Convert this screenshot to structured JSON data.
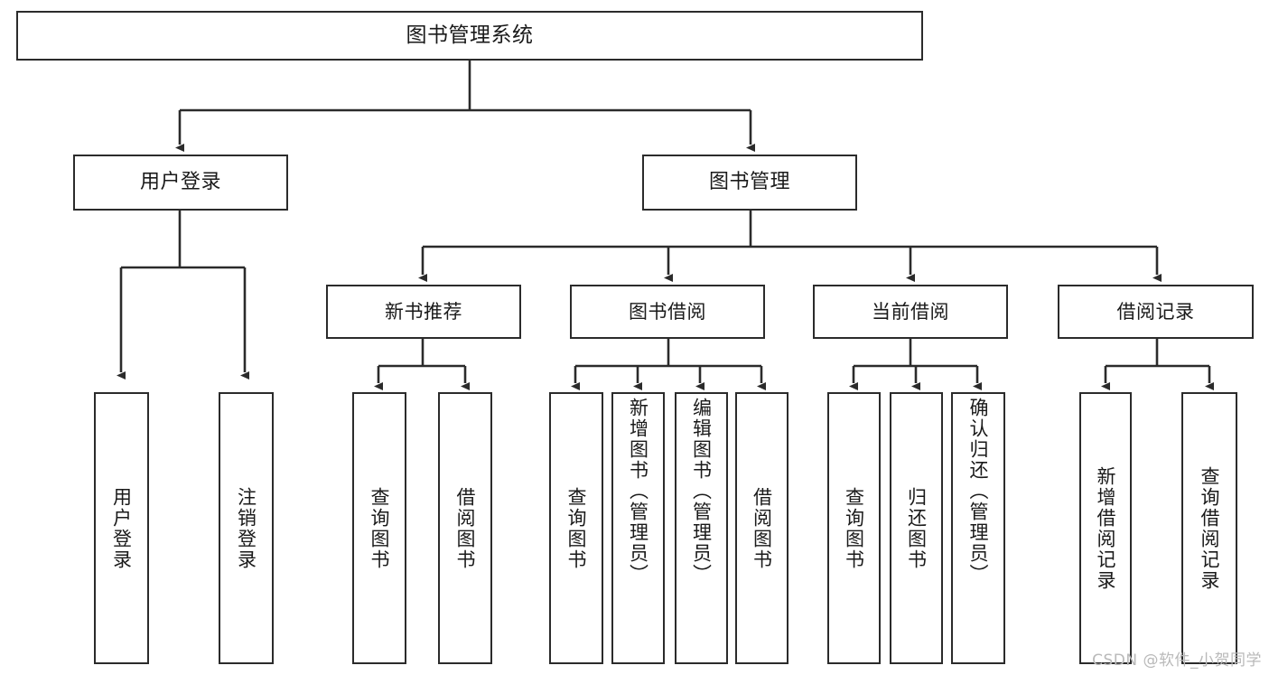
{
  "diagram": {
    "title": "图书管理系统",
    "type": "tree-hierarchy-diagram",
    "watermark": "CSDN @软件_小贺同学",
    "colors": {
      "background": "#ffffff",
      "box_border": "#2b2b2b",
      "box_fill": "#ffffff",
      "connector": "#2b2b2b",
      "text": "#1a1a1a",
      "watermark": "#b9b9b9"
    },
    "root": {
      "label": "图书管理系统"
    },
    "level1": [
      {
        "label": "用户登录"
      },
      {
        "label": "图书管理"
      }
    ],
    "level2": [
      {
        "label": "新书推荐"
      },
      {
        "label": "图书借阅"
      },
      {
        "label": "当前借阅"
      },
      {
        "label": "借阅记录"
      }
    ],
    "leaves": {
      "user_login": [
        {
          "label": "用户登录"
        },
        {
          "label": "注销登录"
        }
      ],
      "new_book_recommend": [
        {
          "label": "查询图书"
        },
        {
          "label": "借阅图书"
        }
      ],
      "book_borrow": [
        {
          "label": "查询图书"
        },
        {
          "label": "新增图书（管理员）"
        },
        {
          "label": "编辑图书（管理员）"
        },
        {
          "label": "借阅图书"
        }
      ],
      "current_borrow": [
        {
          "label": "查询图书"
        },
        {
          "label": "归还图书"
        },
        {
          "label": "确认归还（管理员）"
        }
      ],
      "borrow_record": [
        {
          "label": "新增借阅记录"
        },
        {
          "label": "查询借阅记录"
        }
      ]
    }
  }
}
